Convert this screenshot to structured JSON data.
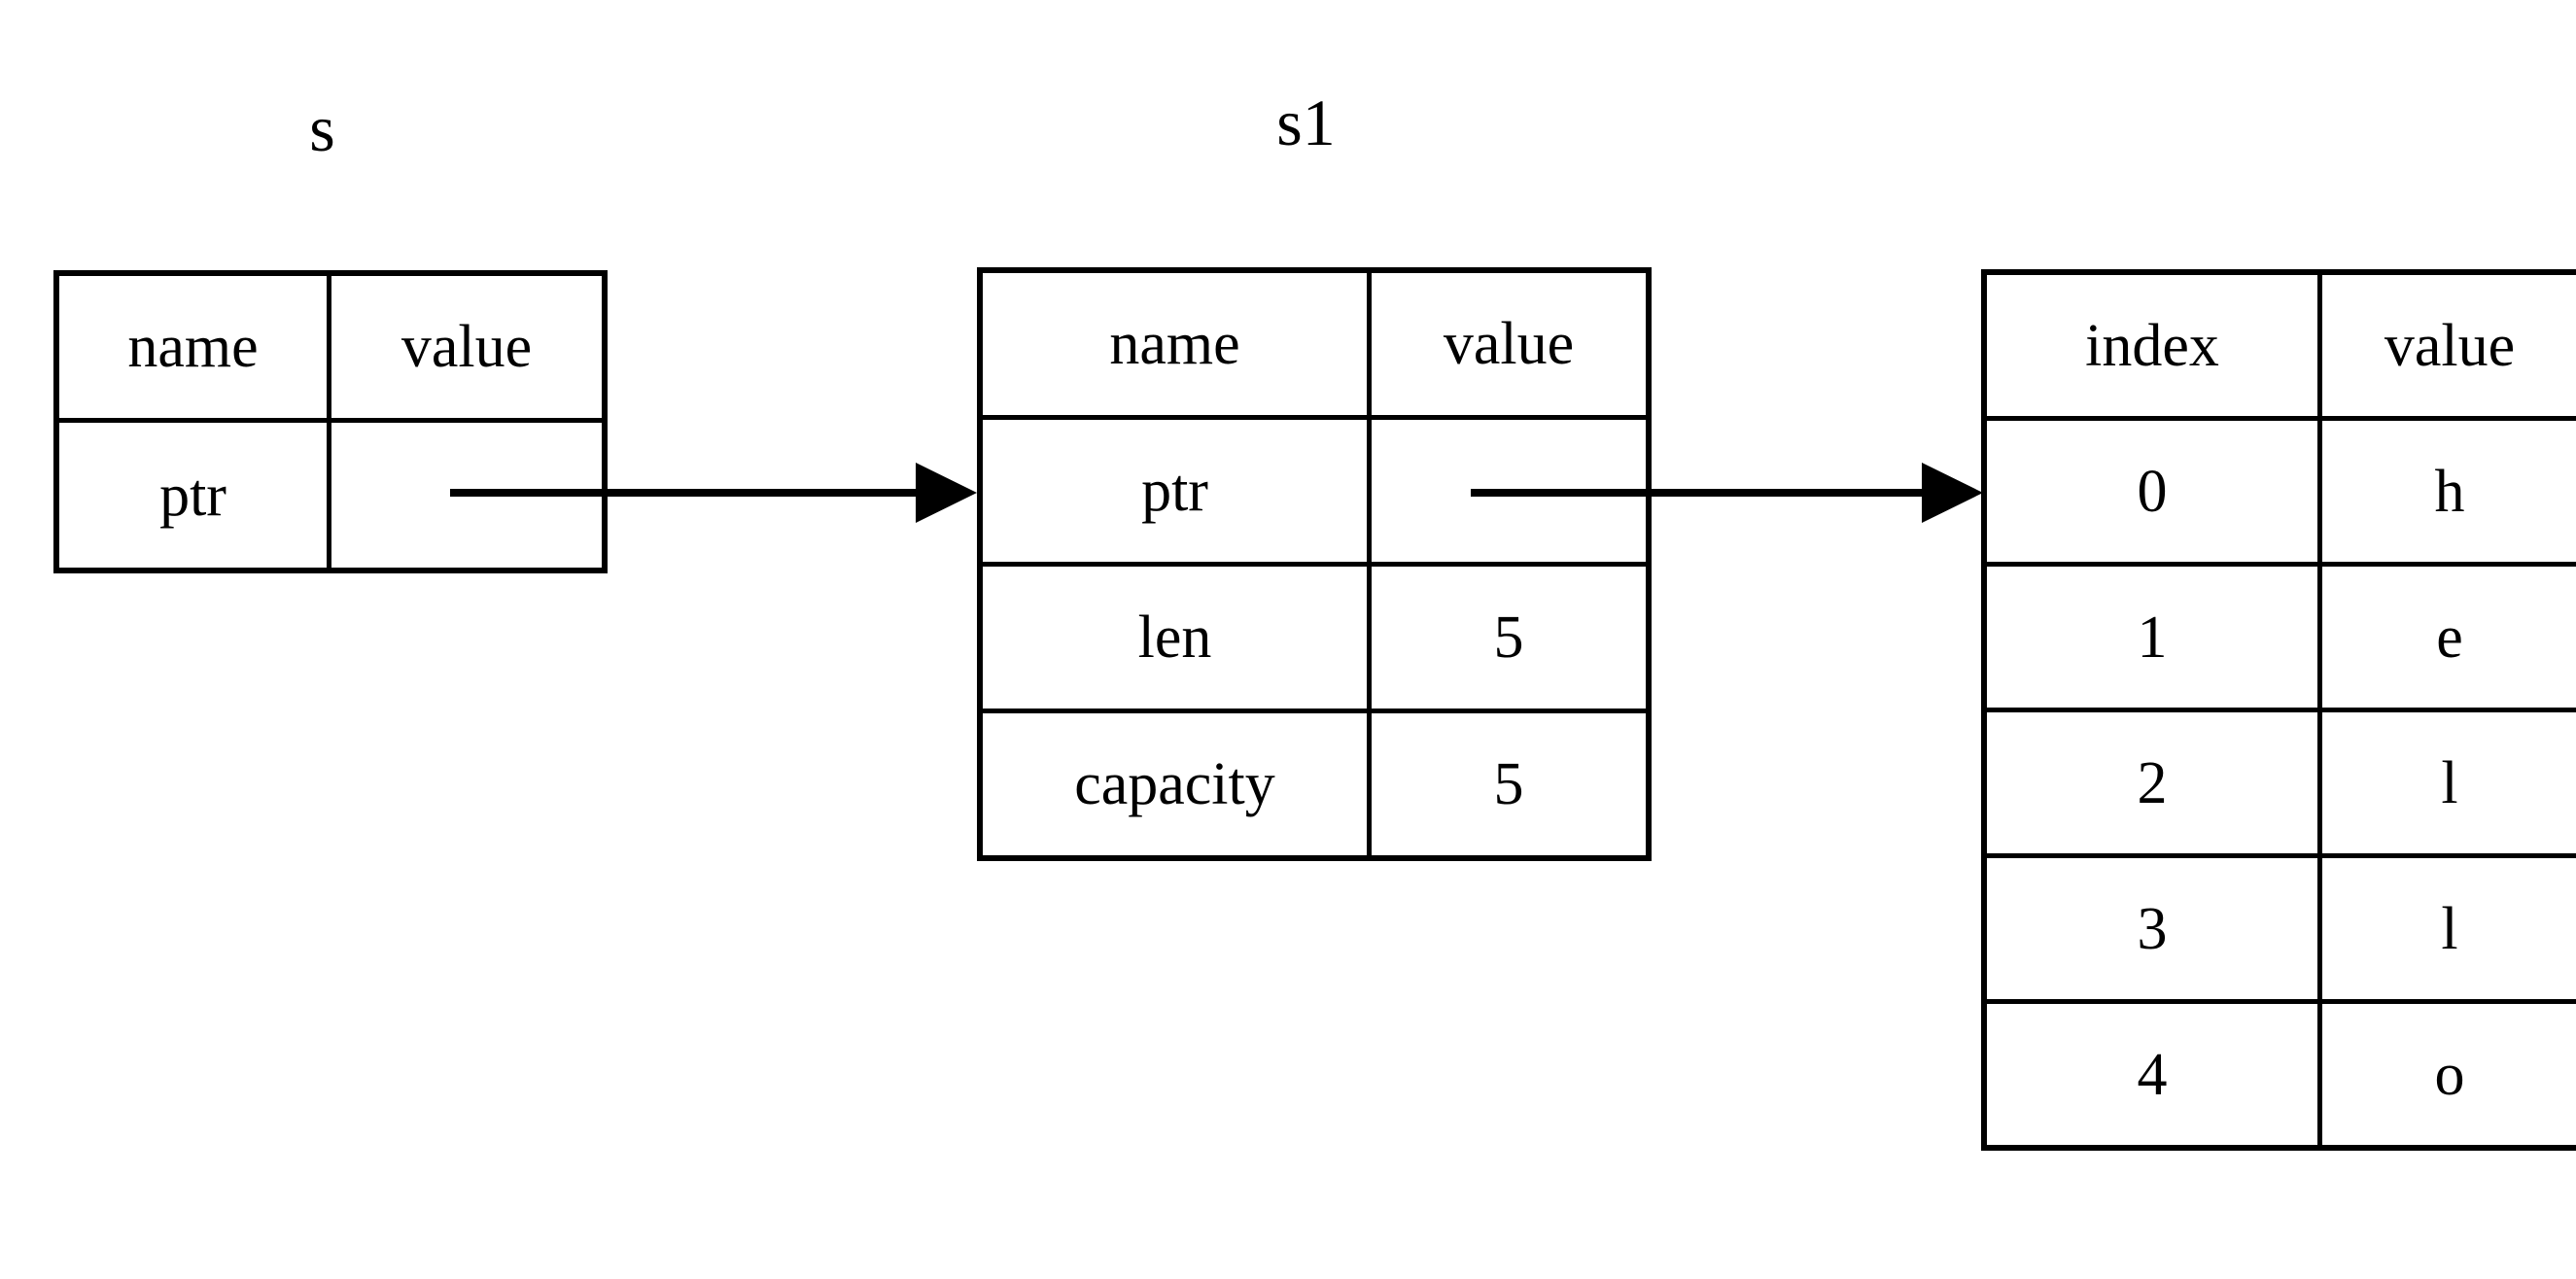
{
  "diagram": {
    "kind": "memory-layout-diagram",
    "description": "Rust String borrow diagram: s points to s1, s1 points to heap buffer holding hello",
    "background_color": "#ffffff",
    "line_color": "#000000",
    "text_color": "#000000"
  },
  "tables": {
    "s": {
      "title": "s",
      "headers": [
        "name",
        "value"
      ],
      "rows": [
        {
          "name": "ptr",
          "value": ""
        }
      ]
    },
    "s1": {
      "title": "s1",
      "headers": [
        "name",
        "value"
      ],
      "rows": [
        {
          "name": "ptr",
          "value": ""
        },
        {
          "name": "len",
          "value": "5"
        },
        {
          "name": "capacity",
          "value": "5"
        }
      ]
    },
    "heap": {
      "title": "",
      "headers": [
        "index",
        "value"
      ],
      "rows": [
        {
          "index": "0",
          "value": "h"
        },
        {
          "index": "1",
          "value": "e"
        },
        {
          "index": "2",
          "value": "l"
        },
        {
          "index": "3",
          "value": "l"
        },
        {
          "index": "4",
          "value": "o"
        }
      ]
    }
  },
  "arrows": [
    {
      "id": "s-to-s1",
      "from": "s.ptr",
      "to": "s1",
      "style": "solid-filled-arrowhead"
    },
    {
      "id": "s1-to-heap",
      "from": "s1.ptr",
      "to": "heap",
      "style": "solid-filled-arrowhead"
    }
  ]
}
